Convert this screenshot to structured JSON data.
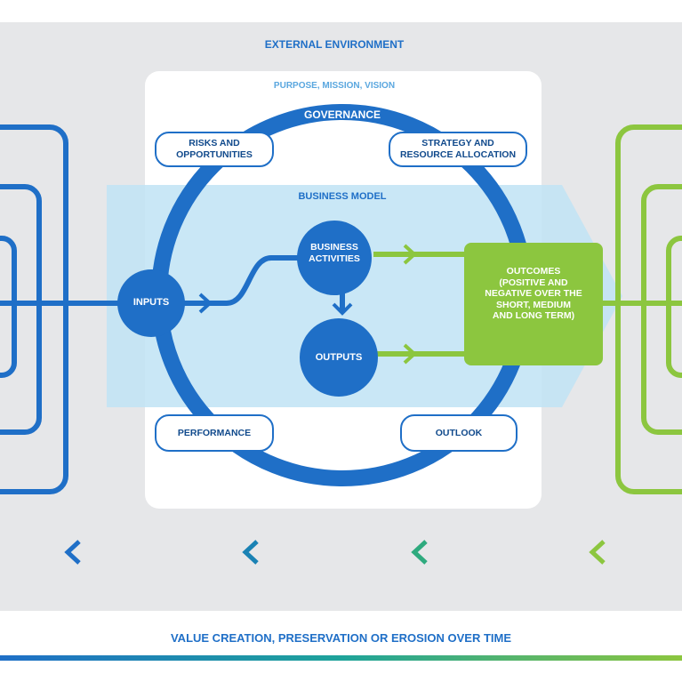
{
  "labels": {
    "external_environment": "EXTERNAL ENVIRONMENT",
    "purpose": "PURPOSE, MISSION, VISION",
    "governance": "GOVERNANCE",
    "business_model": "BUSINESS MODEL",
    "value_creation": "VALUE CREATION, PRESERVATION OR EROSION OVER TIME"
  },
  "pills": {
    "risks": "RISKS AND\nOPPORTUNITIES",
    "strategy": "STRATEGY AND\nRESOURCE ALLOCATION",
    "performance": "PERFORMANCE",
    "outlook": "OUTLOOK"
  },
  "nodes": {
    "inputs": "INPUTS",
    "business_activities": "BUSINESS\nACTIVITIES",
    "outputs": "OUTPUTS",
    "outcomes": "OUTCOMES\n(POSITIVE AND\nNEGATIVE OVER THE\nSHORT, MEDIUM\nAND LONG TERM)"
  },
  "colors": {
    "blue": "#1f6fc7",
    "dark_blue": "#114a8c",
    "green": "#8cc63f",
    "panel_grey": "#e6e7e9",
    "light_blue": "#bfe3f4",
    "label_blue": "#1f6fc7"
  }
}
